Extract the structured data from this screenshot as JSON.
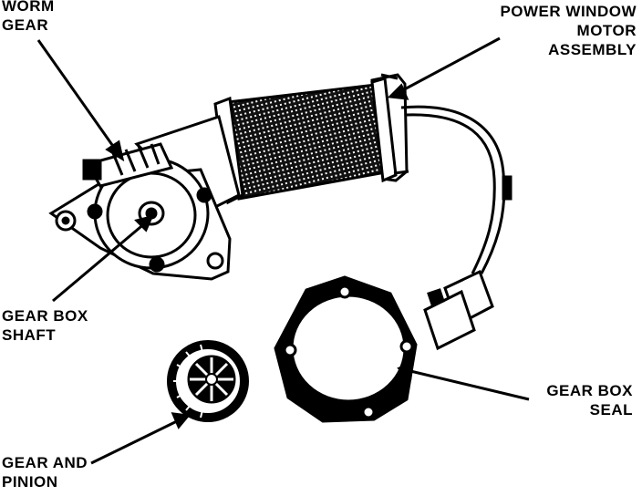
{
  "labels": {
    "worm_gear": "WORM\nGEAR",
    "motor_assembly": "POWER WINDOW\nMOTOR\nASSEMBLY",
    "gear_box_shaft": "GEAR BOX\nSHAFT",
    "gear_box_seal": "GEAR BOX\nSEAL",
    "gear_and_pinion": "GEAR AND\nPINION"
  },
  "colors": {
    "ink": "#000000",
    "paper": "#ffffff"
  }
}
